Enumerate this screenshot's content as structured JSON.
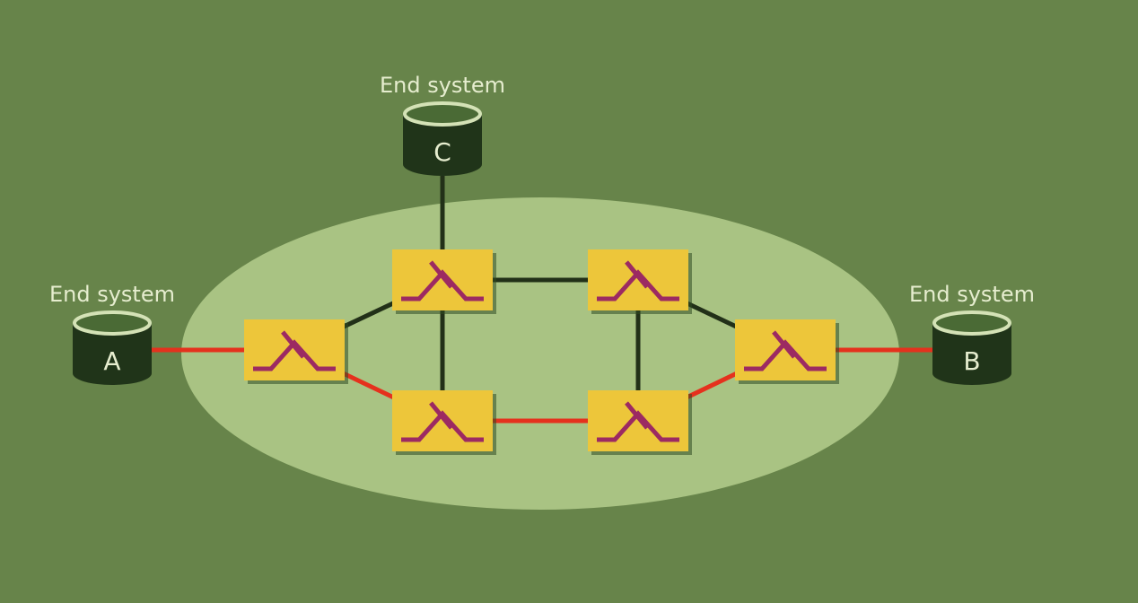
{
  "colors": {
    "background": "#67844a",
    "network_cloud": "#a9c383",
    "switch_fill": "#edc63a",
    "switch_symbol": "#9c2a62",
    "path_highlight": "#e5311d",
    "link_default": "#223018",
    "end_system_body": "#203419",
    "end_system_rim": "#d4e2b6",
    "text": "#e6edcf"
  },
  "end_systems": [
    {
      "id": "A",
      "caption": "End system",
      "letter": "A",
      "icon": "cylinder-icon"
    },
    {
      "id": "B",
      "caption": "End system",
      "letter": "B",
      "icon": "cylinder-icon"
    },
    {
      "id": "C",
      "caption": "End system",
      "letter": "C",
      "icon": "cylinder-icon"
    }
  ],
  "switches": [
    {
      "id": "s1",
      "icon": "switch-icon"
    },
    {
      "id": "s2",
      "icon": "switch-icon"
    },
    {
      "id": "s3",
      "icon": "switch-icon"
    },
    {
      "id": "s4",
      "icon": "switch-icon"
    },
    {
      "id": "s5",
      "icon": "switch-icon"
    },
    {
      "id": "s6",
      "icon": "switch-icon"
    }
  ],
  "links": [
    {
      "from": "C",
      "to": "s2",
      "highlighted": false
    },
    {
      "from": "A",
      "to": "s1",
      "highlighted": true
    },
    {
      "from": "s1",
      "to": "s2",
      "highlighted": false
    },
    {
      "from": "s1",
      "to": "s4",
      "highlighted": true
    },
    {
      "from": "s2",
      "to": "s3",
      "highlighted": false
    },
    {
      "from": "s2",
      "to": "s4",
      "highlighted": false
    },
    {
      "from": "s3",
      "to": "s5",
      "highlighted": false
    },
    {
      "from": "s3",
      "to": "s6",
      "highlighted": false
    },
    {
      "from": "s4",
      "to": "s5",
      "highlighted": true
    },
    {
      "from": "s5",
      "to": "s6",
      "highlighted": true
    },
    {
      "from": "s6",
      "to": "B",
      "highlighted": true
    }
  ]
}
